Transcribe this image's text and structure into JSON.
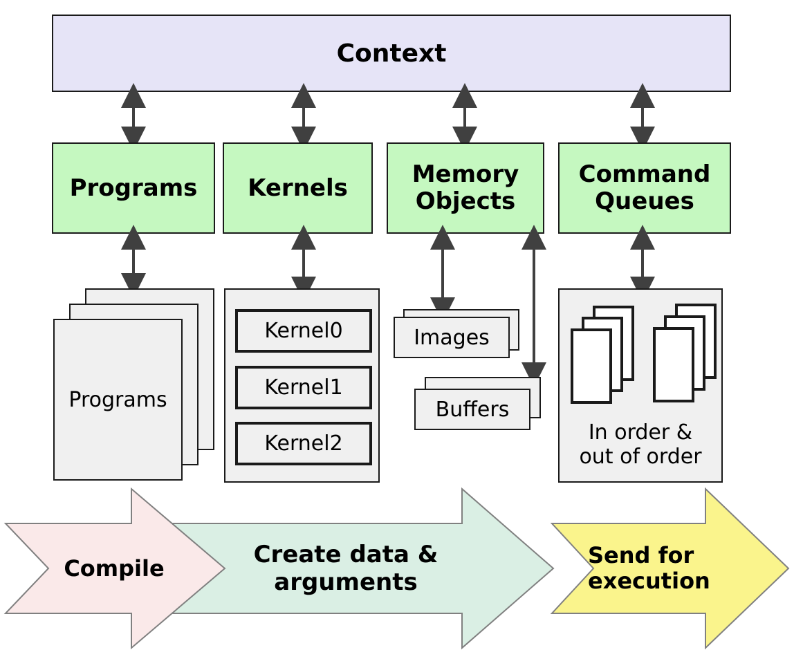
{
  "diagram": {
    "title": "OpenCL host-side object model and setup flow",
    "type": "block-diagram",
    "colors": {
      "context_fill": "#e6e4f7",
      "green_fill": "#c5f8c0",
      "gray_fill": "#f0f0f0",
      "white_fill": "#ffffff",
      "pink_arrow": "#fae9e9",
      "teal_arrow": "#daefe4",
      "yellow_arrow": "#faf48c",
      "stroke": "#1a1a1a",
      "arrow_connector": "#404040",
      "arrow_band_stroke": "#808080"
    },
    "context": {
      "label": "Context"
    },
    "categories": [
      {
        "name": "programs",
        "label": "Programs"
      },
      {
        "name": "kernels",
        "label": "Kernels"
      },
      {
        "name": "memory-objects",
        "label": "Memory\nObjects",
        "line1": "Memory",
        "line2": "Objects"
      },
      {
        "name": "command-queues",
        "label": "Command\nQueues",
        "line1": "Command",
        "line2": "Queues"
      }
    ],
    "details": {
      "programs": {
        "stack_label": "Programs",
        "stack_count": 3
      },
      "kernels": {
        "items": [
          "Kernel0",
          "Kernel1",
          "Kernel2"
        ]
      },
      "memory_objects": {
        "images": {
          "label": "Images",
          "stack_count": 2
        },
        "buffers": {
          "label": "Buffers",
          "stack_count": 2
        }
      },
      "command_queues": {
        "caption_line1": "In order &",
        "caption_line2": "out of order",
        "queue_groups": 2,
        "cards_per_group": 3
      }
    },
    "flow_arrows": [
      {
        "name": "compile",
        "label": "Compile",
        "fill": "#fae9e9"
      },
      {
        "name": "create-data",
        "label": "Create data & arguments",
        "fill": "#daefe4"
      },
      {
        "name": "send-for-execution",
        "label": "Send for\nexecution",
        "line1": "Send for",
        "line2": "execution",
        "fill": "#faf48c"
      }
    ],
    "connectors": [
      {
        "name": "context-to-programs",
        "kind": "double-arrow"
      },
      {
        "name": "context-to-kernels",
        "kind": "double-arrow"
      },
      {
        "name": "context-to-memory-objects",
        "kind": "double-arrow"
      },
      {
        "name": "context-to-command-queues",
        "kind": "double-arrow"
      },
      {
        "name": "programs-to-program-stack",
        "kind": "double-arrow"
      },
      {
        "name": "kernels-to-kernel-list",
        "kind": "double-arrow"
      },
      {
        "name": "memory-objects-to-images",
        "kind": "double-arrow"
      },
      {
        "name": "memory-objects-to-buffers",
        "kind": "double-arrow"
      },
      {
        "name": "command-queues-to-queue-box",
        "kind": "double-arrow"
      }
    ]
  }
}
